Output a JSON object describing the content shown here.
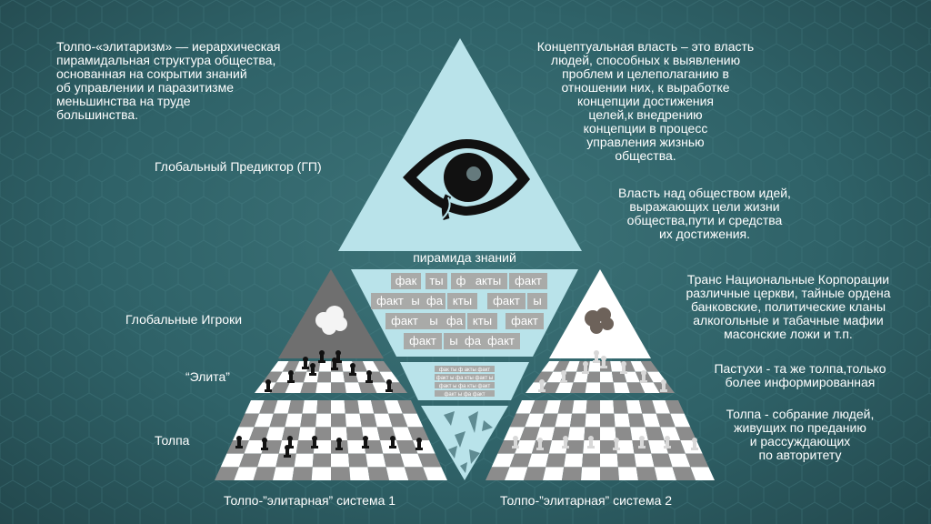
{
  "colors": {
    "background": "#2f6268",
    "top_pyramid": "#b9e3ea",
    "pyramid_knowledge": "#b9e3ea",
    "left_apex": "#6f6f6f",
    "right_apex": "#ffffff",
    "eye": "#111111",
    "text": "#ffffff",
    "board_dark": "#8c8c8c",
    "board_light": "#ffffff",
    "facts_box": "#a9aaa8"
  },
  "text": {
    "top_left": "Толпо-«элитаризм» — иерархическая\nпирамидальная структура общества,\nоснованная на сокрытии знаний\nоб управлении и паразитизме\nменьшинства на труде\nбольшинства.",
    "global_predictor": "Глобальный Предиктор (ГП)",
    "top_right": "Концептуальная власть – это власть\nлюдей, способных к выявлению\nпроблем и целеполаганию в\nотношении них, к выработке\nконцепции достижения\nцелей,к внедрению\nконцепции в процесс\nуправления жизнью\nобщества.",
    "ideas_power": "Власть над обществом идей,\nвыражающих цели жизни\nобщества,пути и средства\nих достижения.",
    "pyramid_knowledge": "пирамида знаний",
    "global_players": "Глобальные Игроки",
    "elite": "“Элита”",
    "crowd": "Толпа",
    "system1": "Толпо-”элитарная” система 1",
    "system2": "Толпо-”элитарная” система 2",
    "tnc": "Транс Национальные Корпорации\nразличные церкви, тайные ордена\nбанковские, политические кланы\nалкогольные и табачные мафии\nмасонские ложи и т.п.",
    "shepherds": "Пастухи - та же толпа,только\nболее информированная",
    "crowd_def": "Толпа - собрание людей,\nживущих по преданию\nи рассуждающих\nпо авторитету"
  },
  "facts": {
    "row1": [
      "фак",
      "ты",
      "ф",
      "акты",
      "факт"
    ],
    "row2": [
      "факт",
      "ы",
      "фа",
      "кты",
      "факт",
      "ы"
    ],
    "row3": [
      "факт",
      "ы",
      "фа",
      "кты",
      "факт"
    ],
    "row4": [
      "факт",
      "ы",
      "фа",
      "факт"
    ],
    "small_rows": [
      "фак ты ф акты факт",
      "факт ы фа кты факт ы",
      "факт ы фа кты факт",
      "факт ы фа факт"
    ]
  }
}
